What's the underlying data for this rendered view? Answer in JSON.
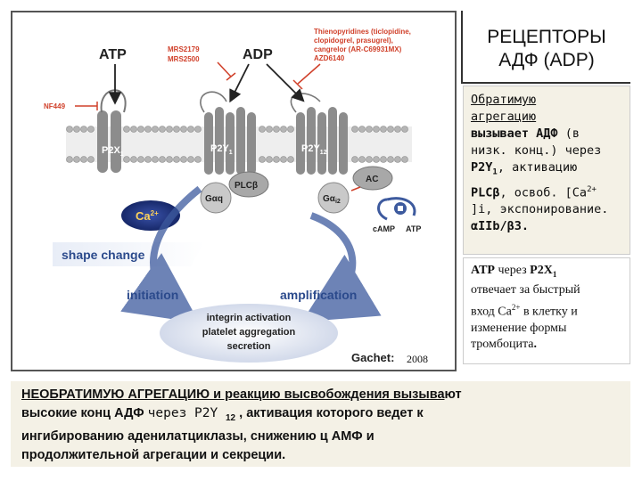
{
  "title": {
    "line1": "РЕЦЕПТОРЫ",
    "line2": "АДФ (ADP)"
  },
  "diagram": {
    "atp": "ATP",
    "adp": "ADP",
    "mrs_antagonists": [
      "MRS2179",
      "MRS2500"
    ],
    "thienopyridines": [
      "Thienopyridines (ticlopidine,",
      "clopidogrel, prasugrel),",
      "cangrelor (AR-C69931MX)",
      "AZD6140"
    ],
    "nf449": "NF449",
    "receptor_p2x1": "P2X",
    "receptor_p2x1_sub": "1",
    "receptor_p2y1": "P2Y",
    "receptor_p2y1_sub": "1",
    "receptor_p2y12": "P2Y",
    "receptor_p2y12_sub": "12",
    "plc": "PLCβ",
    "gaq": "Gαq",
    "gai": "Gα",
    "gai_sub": "i2",
    "ac": "AC",
    "camp": "cAMP",
    "atp_small": "ATP",
    "ca": "Ca",
    "ca_sup": "2+",
    "shape_change": "shape change",
    "initiation": "initiation",
    "amplification": "amplification",
    "outcomes": [
      "integrin activation",
      "platelet aggregation",
      "secretion"
    ],
    "gachet": "Gachet:",
    "year": "2008",
    "colors": {
      "receptor": "#8c8c8c",
      "membrane_head": "#b5b5b5",
      "calcium": "#1a2f7a",
      "arrow_blue": "#3d5a9e",
      "antagonist_red": "#d0402a",
      "label_blue": "#2b4a8c"
    }
  },
  "box1": {
    "l1": "Обратимую",
    "l2": "агрегацию",
    "l3a": "вызывает АДФ",
    "l3b": "(в",
    "l4": "низк. конц.)  через",
    "l5a": "P2Y",
    "l5sub": "1",
    "l5b": ", активацию",
    "l6a": "PLCβ",
    "l6b": ", освоб. [Ca",
    "l6sup": "2+",
    "l7": "]i, экспонирование.",
    "l8": "αIIb/β3."
  },
  "box2": {
    "l1a": "ATP",
    "l1b": "  через",
    "l1c": "  P2X",
    "l1sub": "1",
    "l2": "отвечает за  быстрый",
    "l3a": "вход Ca",
    "l3sup": "2+",
    "l3b": "  в клетку и",
    "l4": "изменение формы",
    "l5a": "тромбоцита",
    "l5b": "."
  },
  "bottom": {
    "u1": "НЕОБРАТИМУЮ АГРЕГАЦИЮ и реакцию высвобождения вызыва",
    "t1": "ют",
    "l2a": "высокие конц АДФ ",
    "l2b": "через  P2Y ",
    "l2sub": "12",
    "l2c": " ,  активация которого ведет к",
    "l3": "ингибированию аденилатциклазы, снижению  ц АМФ и",
    "l4": "продолжительной агрегации и секреции."
  }
}
